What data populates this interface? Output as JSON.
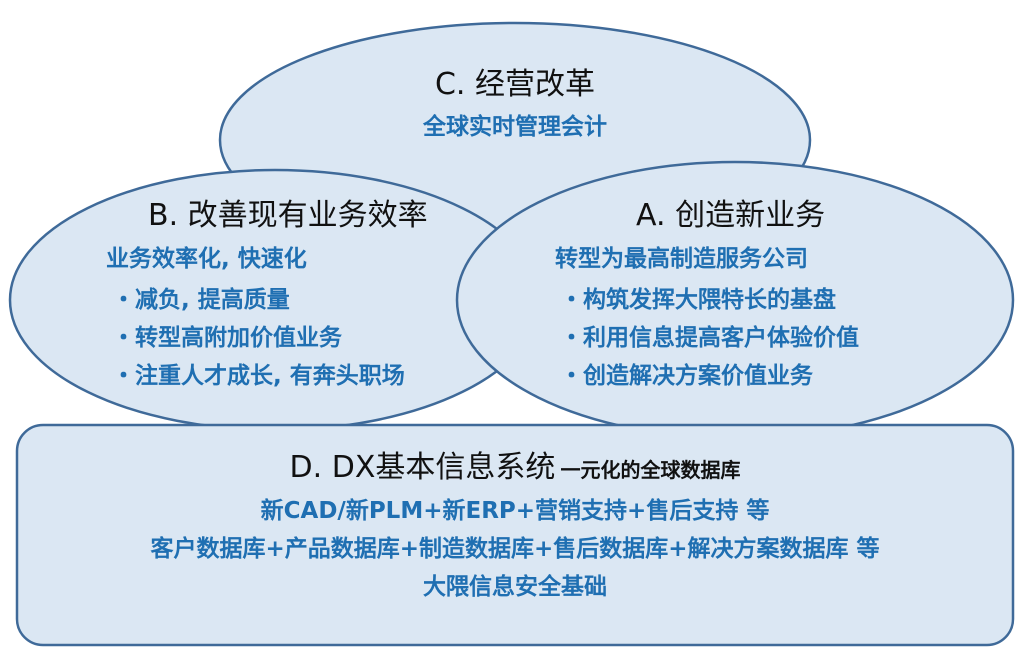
{
  "colors": {
    "fill": "#dbe7f3",
    "stroke": "#3f6a99",
    "title_text": "#111111",
    "blue_text": "#1f6fb2"
  },
  "c": {
    "title": "C. 经营改革",
    "subtitle": "全球实时管理会计"
  },
  "b": {
    "title": "B. 改善现有业务效率",
    "subtitle": "业务效率化, 快速化",
    "items": [
      "・减负, 提高质量",
      "・转型高附加价值业务",
      "・注重人才成长, 有奔头职场"
    ]
  },
  "a": {
    "title": "A. 创造新业务",
    "subtitle": "转型为最高制造服务公司",
    "items": [
      "・构筑发挥大隈特长的基盘",
      "・利用信息提高客户体验价值",
      "・创造解决方案价值业务"
    ]
  },
  "d": {
    "title": "D. DX基本信息系统",
    "title_suffix": "一元化的全球数据库",
    "lines": [
      "新CAD/新PLM+新ERP+营销支持+售后支持 等",
      "客户数据库+产品数据库+制造数据库+售后数据库+解决方案数据库 等",
      "大隈信息安全基础"
    ]
  }
}
